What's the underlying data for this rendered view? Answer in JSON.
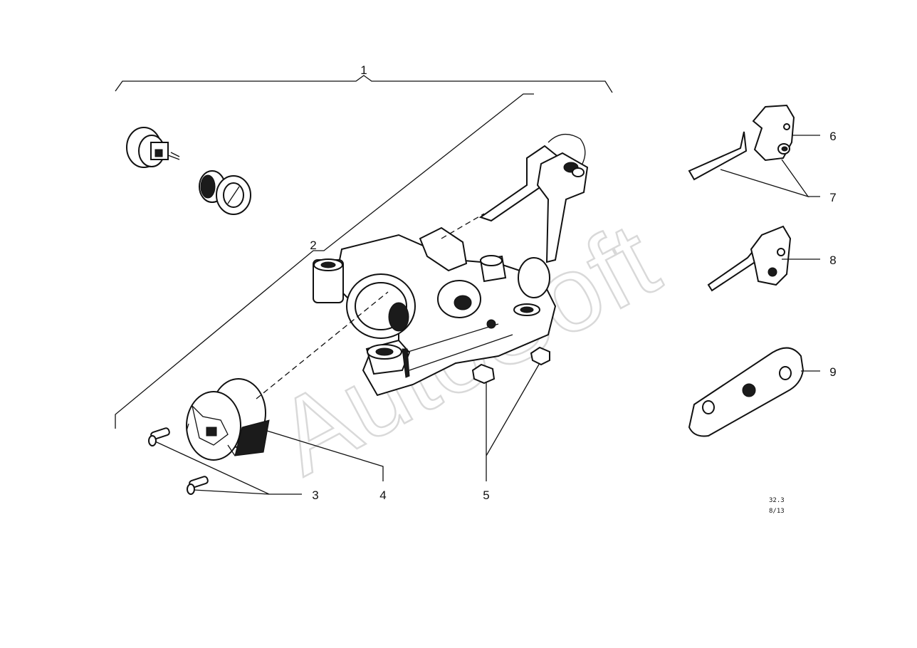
{
  "diagram": {
    "callouts": [
      "1",
      "2",
      "3",
      "4",
      "5",
      "6",
      "7",
      "8",
      "9"
    ],
    "reference": {
      "page": "32.3",
      "edition": "8/13"
    },
    "watermark": "AutoSoft"
  }
}
